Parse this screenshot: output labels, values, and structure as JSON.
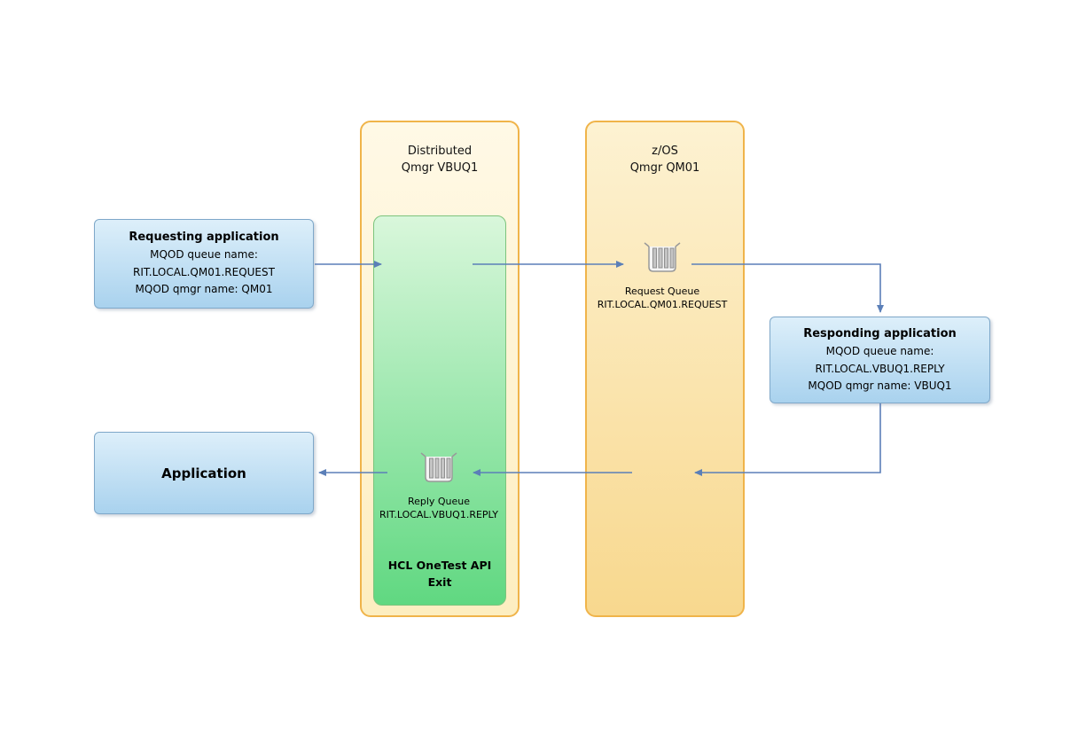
{
  "colors": {
    "arrow": "#5b7fb8",
    "orange_border": "#f0b44a",
    "green_border": "#7cc47c",
    "blue_border": "#7fa8c9"
  },
  "containers": {
    "distributed": {
      "line1": "Distributed",
      "line2": "Qmgr VBUQ1"
    },
    "zos": {
      "line1": "z/OS",
      "line2": "Qmgr QM01"
    }
  },
  "exit_box": {
    "line1": "HCL OneTest API",
    "line2": "Exit"
  },
  "app_boxes": {
    "requesting": {
      "title": "Requesting application",
      "line1": "MQOD queue name:",
      "line2": "RIT.LOCAL.QM01.REQUEST",
      "line3": "MQOD qmgr name: QM01"
    },
    "application": {
      "title": "Application"
    },
    "responding": {
      "title": "Responding application",
      "line1": "MQOD queue name:",
      "line2": "RIT.LOCAL.VBUQ1.REPLY",
      "line3": "MQOD qmgr name: VBUQ1"
    }
  },
  "queues": {
    "request": {
      "name": "Request Queue",
      "full_name": "RIT.LOCAL.QM01.REQUEST"
    },
    "reply": {
      "name": "Reply Queue",
      "full_name": "RIT.LOCAL.VBUQ1.REPLY"
    }
  }
}
